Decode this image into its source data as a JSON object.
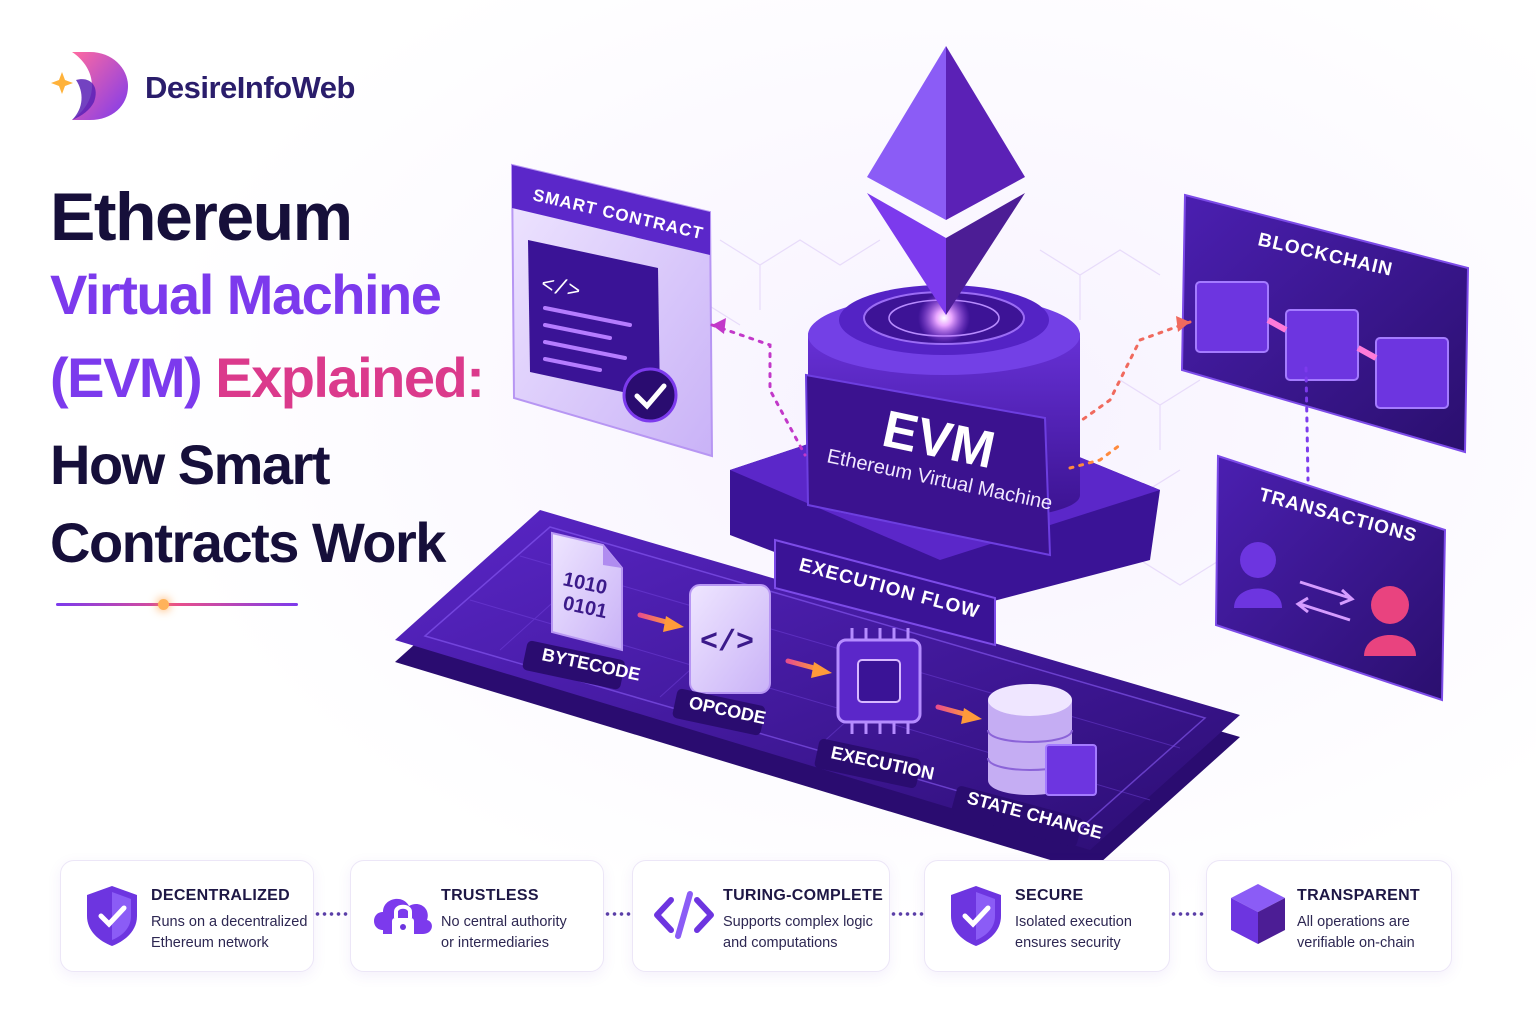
{
  "brand": {
    "name": "DesireInfoWeb"
  },
  "title": {
    "line1": "Ethereum",
    "line2": "Virtual Machine",
    "line3_a": "(EVM)",
    "line3_b": "Explained:",
    "line4": "How Smart",
    "line5": "Contracts Work"
  },
  "diagram": {
    "smart_contract": "SMART CONTRACT",
    "blockchain": "BLOCKCHAIN",
    "transactions": "TRANSACTIONS",
    "evm_title": "EVM",
    "evm_subtitle": "Ethereum Virtual Machine",
    "execution_flow": "EXECUTION FLOW",
    "bytecode_bits1": "1010",
    "bytecode_bits2": "0101",
    "steps": [
      "BYTECODE",
      "OPCODE",
      "EXECUTION",
      "STATE CHANGE"
    ]
  },
  "features": [
    {
      "title": "DECENTRALIZED",
      "line1": "Runs on a decentralized",
      "line2": "Ethereum network",
      "icon": "shield-check-icon"
    },
    {
      "title": "TRUSTLESS",
      "line1": "No central authority",
      "line2": "or intermediaries",
      "icon": "cloud-lock-icon"
    },
    {
      "title": "TURING-COMPLETE",
      "line1": "Supports complex logic",
      "line2": "and computations",
      "icon": "code-icon"
    },
    {
      "title": "SECURE",
      "line1": "Isolated execution",
      "line2": "ensures security",
      "icon": "shield-check-icon"
    },
    {
      "title": "TRANSPARENT",
      "line1": "All operations are",
      "line2": "verifiable on-chain",
      "icon": "cube-icon"
    }
  ],
  "colors": {
    "primary": "#5b21b6",
    "accent": "#7c3aed",
    "pink": "#e94f8a",
    "dark": "#160f3a"
  }
}
